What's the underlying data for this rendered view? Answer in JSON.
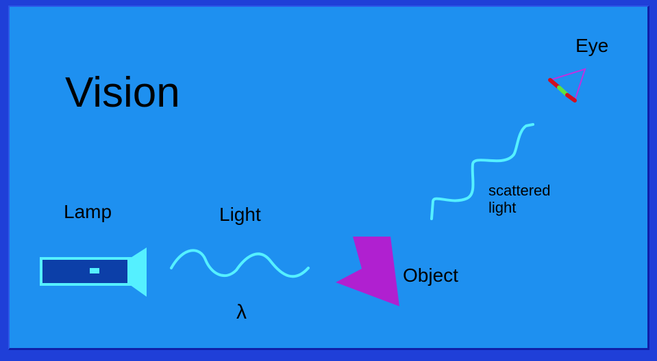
{
  "title": "Vision",
  "labels": {
    "lamp": "Lamp",
    "light": "Light",
    "wavelength": "λ",
    "object": "Object",
    "scattered_line1": "scattered",
    "scattered_line2": "light",
    "eye": "Eye"
  },
  "colors": {
    "outer_background": "#1f3fd8",
    "panel_background": "#1e90f0",
    "lamp_body": "#0c3fa8",
    "lamp_head": "#55f0ff",
    "light_wave": "#55f0ff",
    "object": "#b020d0",
    "eye_outline": "#c030e0",
    "eye_lens_red": "#d01020",
    "eye_lens_green": "#60e040",
    "text": "#000000"
  }
}
